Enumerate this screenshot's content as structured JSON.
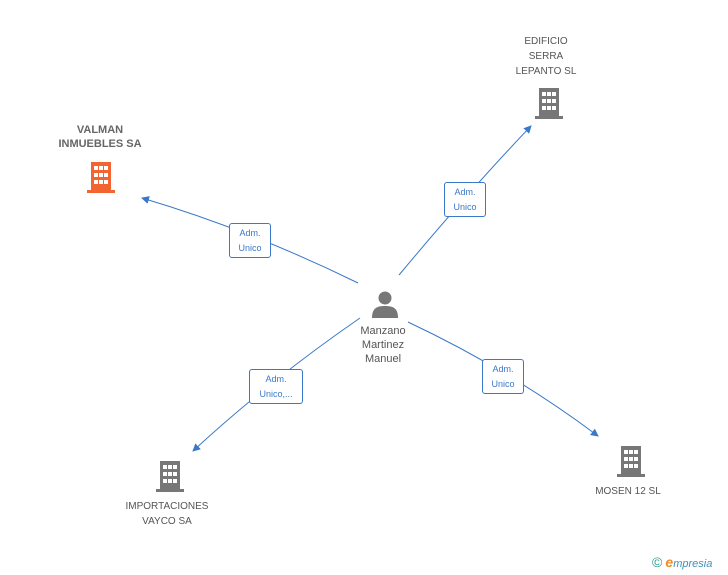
{
  "colors": {
    "edge": "#3a78c9",
    "building_default": "#777777",
    "building_focus": "#f26430",
    "person": "#777777"
  },
  "center": {
    "name": "Manzano\nMartinez\nManuel",
    "icon": "person-icon"
  },
  "companies": [
    {
      "id": "valman",
      "name": "VALMAN\nINMUEBLES SA",
      "icon": "building-icon",
      "focus": true
    },
    {
      "id": "edificio",
      "name": "EDIFICIO\nSERRA\nLEPANTO SL",
      "icon": "building-icon",
      "focus": false
    },
    {
      "id": "importaciones",
      "name": "IMPORTACIONES\nVAYCO SA",
      "icon": "building-icon",
      "focus": false
    },
    {
      "id": "mosen",
      "name": "MOSEN 12 SL",
      "icon": "building-icon",
      "focus": false
    }
  ],
  "edges": [
    {
      "to": "valman",
      "label": "Adm.\nUnico"
    },
    {
      "to": "edificio",
      "label": "Adm.\nUnico"
    },
    {
      "to": "importaciones",
      "label": "Adm.\nUnico,..."
    },
    {
      "to": "mosen",
      "label": "Adm.\nUnico"
    }
  ],
  "brand": {
    "copyright": "©",
    "initial": "e",
    "rest": "mpresia"
  }
}
